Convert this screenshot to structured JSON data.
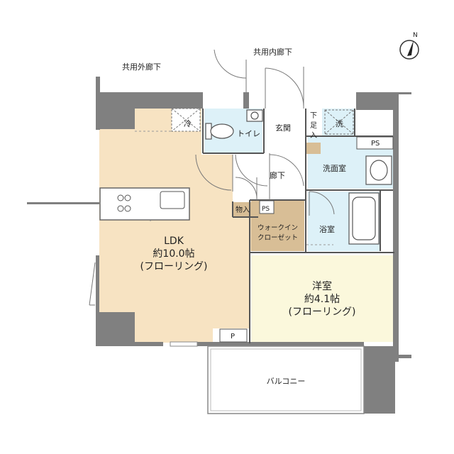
{
  "corridors": {
    "outer": "共用外廊下",
    "inner": "共用内廊下"
  },
  "compass": {
    "label": "N"
  },
  "rooms": {
    "ldk": {
      "name": "LDK",
      "size": "約10.0帖",
      "floor": "(フローリング)"
    },
    "western": {
      "name": "洋室",
      "size": "約4.1帖",
      "floor": "(フローリング)"
    },
    "toilet": "トイレ",
    "entrance": "玄関",
    "shoe_storage": [
      "下",
      "足",
      "入"
    ],
    "hallway": "廊下",
    "washroom": "洗面室",
    "bathroom": "浴室",
    "storage": "物入",
    "walk_in_closet": [
      "ウォークイン",
      "クローゼット"
    ],
    "balcony": "バルコニー"
  },
  "symbols": {
    "cold_storage": "冷",
    "washer": "洗",
    "ps_top": "PS",
    "ps_mid": "PS",
    "p_bottom": "P"
  },
  "colors": {
    "ldk_floor": "#F7E3C2",
    "western_floor": "#FBF8DC",
    "wet_area": "#DDF1F8",
    "storage": "#D8BE96",
    "wall": "#808080"
  }
}
